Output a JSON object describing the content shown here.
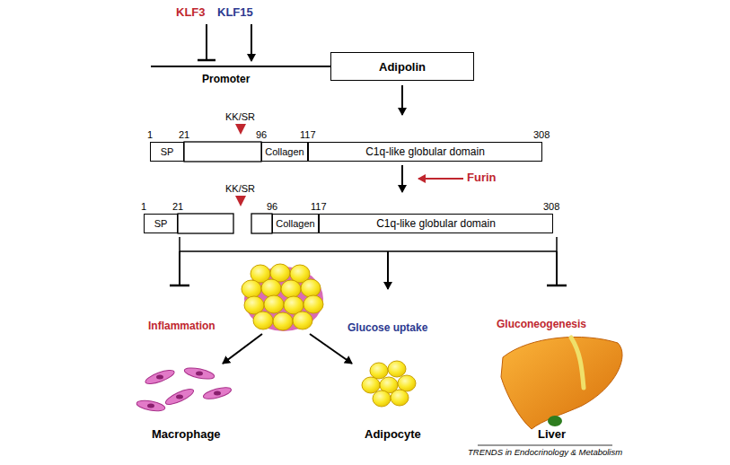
{
  "diagram": {
    "nodes": [
      {
        "text": [
          "Adipolin"
        ]
      },
      {
        "text": [
          "SP"
        ]
      },
      {
        "text": [
          "Collagen"
        ]
      },
      {
        "text": [
          "C1q-like globular domain"
        ]
      },
      {
        "text": [
          "SP"
        ]
      },
      {
        "text": [
          "Collagen"
        ]
      },
      {
        "text": [
          "C1q-like globular domain"
        ]
      }
    ],
    "labels": [
      "KLF3",
      "KLF15",
      "Promoter",
      "1",
      "21",
      "KK/SR",
      "96",
      "117",
      "308",
      "Furin",
      "1",
      "21",
      "KK/SR",
      "96",
      "117",
      "308",
      "Inflammation",
      "Glucose uptake",
      "Gluconeogenesis",
      "Macrophage",
      "Adipocyte",
      "Liver",
      "TRENDS in Endocrinology & Metabolism"
    ]
  }
}
